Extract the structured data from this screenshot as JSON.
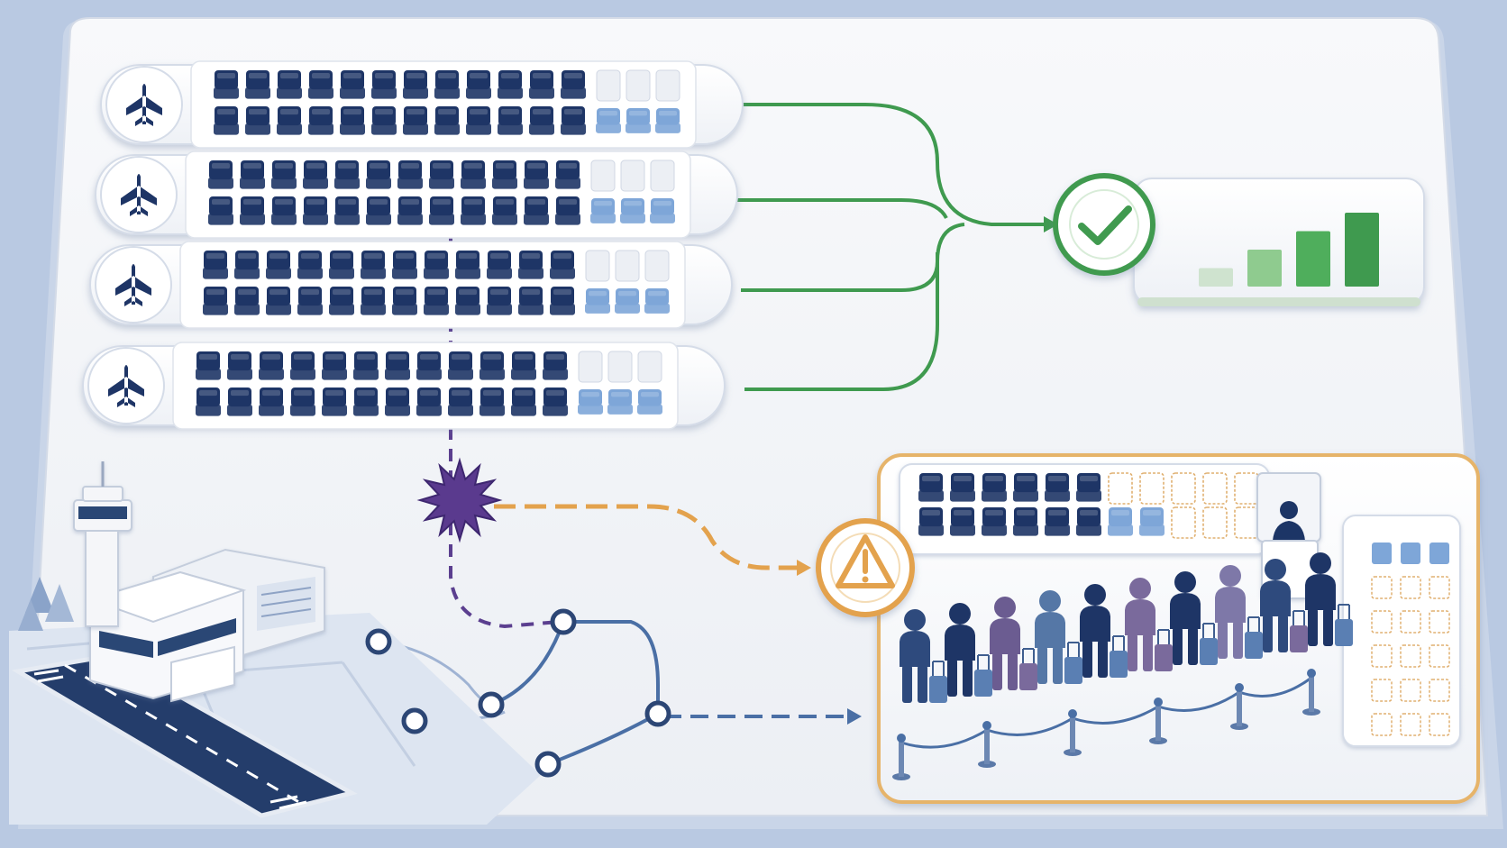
{
  "colors": {
    "background": "#b9c9e2",
    "board": "#f4f6fa",
    "seat_booked": "#1e3566",
    "seat_available": "#7ea6d8",
    "seat_empty_outline": "#e0b071",
    "route_success": "#3f9a4f",
    "route_warning": "#e3a24d",
    "route_disruption": "#5b3f8f",
    "route_reaccommodation": "#4a6fa5",
    "disruption_burst": "#5a3a8e",
    "panel_warning_border": "#e6b46a"
  },
  "icons": {
    "flight": "airplane-icon",
    "success": "check-icon",
    "warning": "warning-triangle-icon",
    "disruption": "starburst-icon",
    "airport": "control-tower-icon",
    "passenger": "person-icon",
    "luggage": "suitcase-icon",
    "agent": "agent-desk-icon"
  },
  "flights": [
    {
      "booked_cols": 12,
      "available_cols": 3
    },
    {
      "booked_cols": 12,
      "available_cols": 3
    },
    {
      "booked_cols": 12,
      "available_cols": 3
    },
    {
      "booked_cols": 12,
      "available_cols": 3
    }
  ],
  "success_chart": {
    "values": [
      1,
      2,
      3,
      4
    ]
  },
  "rebooking_flight": {
    "booked_cols": 6,
    "available_cols": 2,
    "empty_cols": 4
  },
  "seat_map": {
    "available": 3,
    "empty": 15
  },
  "queue": {
    "passengers": 10
  }
}
